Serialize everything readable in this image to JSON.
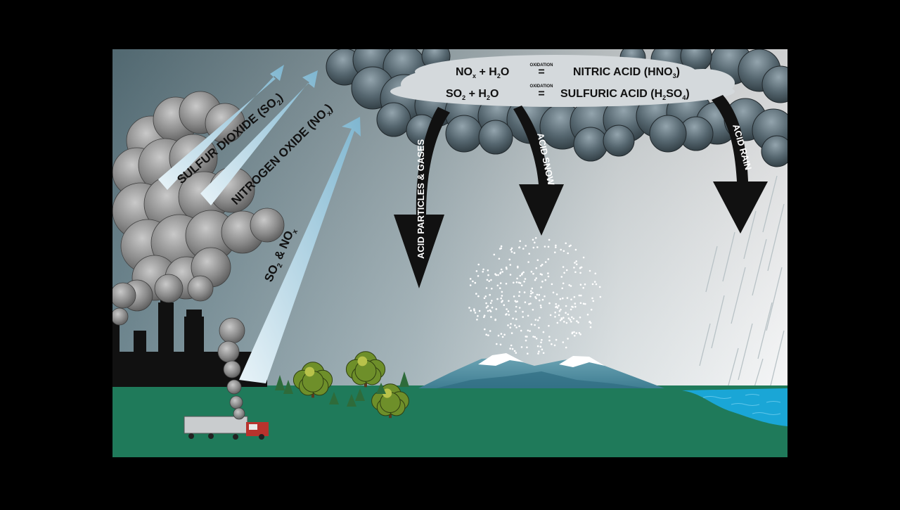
{
  "colors": {
    "frame": "#000000",
    "ground": "#1f7a5a",
    "water": "#1aa6d6",
    "cloud_dark": "#4f5f68",
    "smoke": "#8c8c8c",
    "arrow_up": "#b9dbe9",
    "arrow_down": "#111111",
    "sky_left": "#6f8a93",
    "sky_right": "#f0f2f3"
  },
  "equations": {
    "nitric": {
      "reactant_a": "NO",
      "reactant_a_sub": "x",
      "plus": "+",
      "reactant_b": "H",
      "reactant_b_sub": "2",
      "reactant_b_tail": "O",
      "condition": "OXIDATION",
      "equals": "=",
      "product": "NITRIC ACID (HNO",
      "product_sub": "3",
      "product_tail": ")"
    },
    "sulfuric": {
      "reactant_a": "SO",
      "reactant_a_sub": "2",
      "plus": "+",
      "reactant_b": "H",
      "reactant_b_sub": "2",
      "reactant_b_tail": "O",
      "condition": "OXIDATION",
      "equals": "=",
      "product": "SULFURIC ACID (H",
      "product_sub": "2",
      "product_mid": "SO",
      "product_sub2": "4",
      "product_tail": ")"
    }
  },
  "up_arrows": {
    "sulfur": {
      "label": "SULFUR DIOXIDE (SO",
      "sub": "2",
      "tail": ")"
    },
    "nitrogen": {
      "label": "NITROGEN OXIDE (NO",
      "sub": "x",
      "tail": ")"
    },
    "mixed": {
      "label_a": "SO",
      "sub_a": "2",
      "label_b": " & NO",
      "sub_b": "x"
    }
  },
  "down_arrows": {
    "particles": "ACID PARTICLES & GASES",
    "snow": "ACID SNOW",
    "rain": "ACID RAIN"
  }
}
